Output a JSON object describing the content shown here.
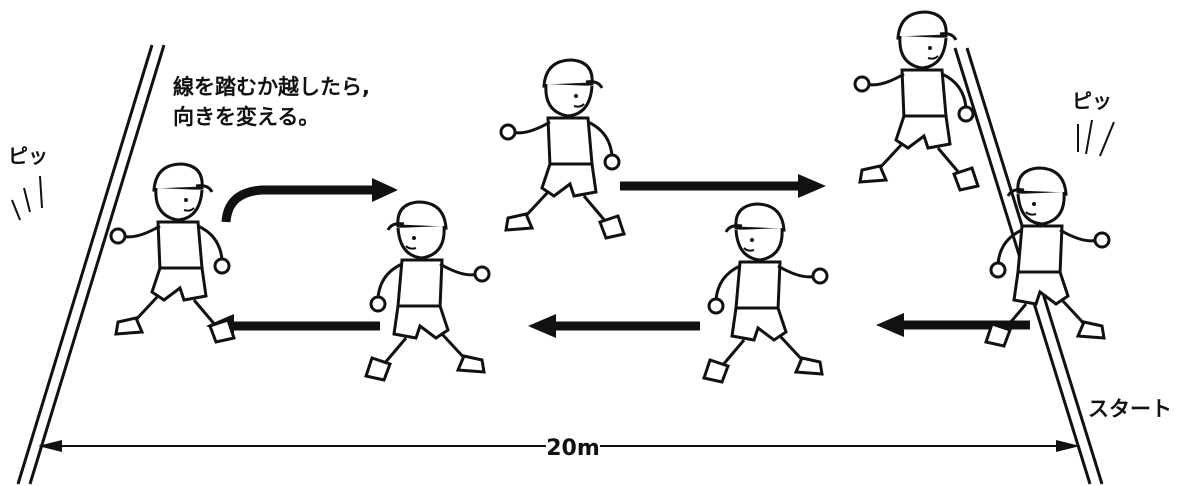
{
  "instruction": {
    "line1": "線を踏むか越したら,",
    "line2": "向きを変える。"
  },
  "whistle_left": "ピッ",
  "whistle_right": "ピッ",
  "start_label": "スタート",
  "distance_label": "20m",
  "colors": {
    "ink": "#111111",
    "background": "#ffffff"
  }
}
